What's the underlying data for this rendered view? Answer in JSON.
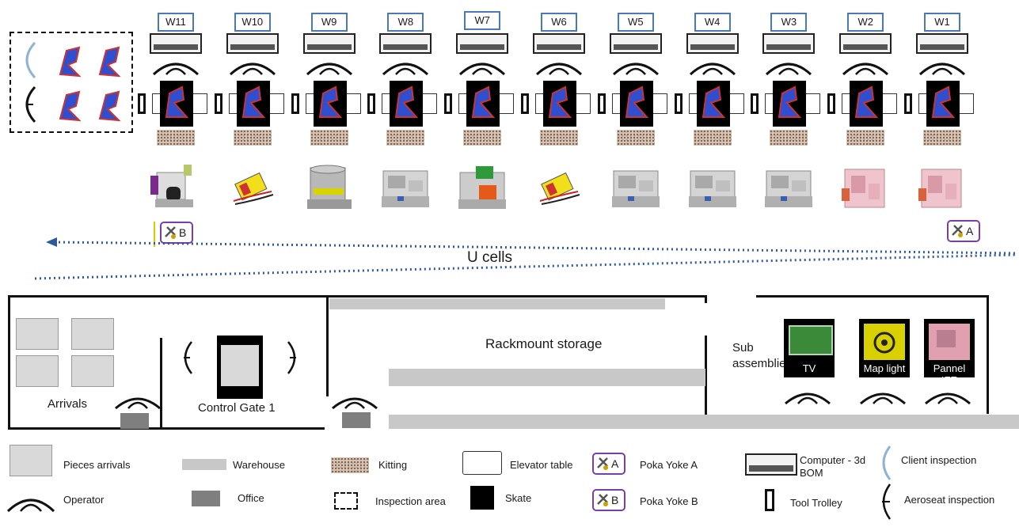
{
  "workstations": [
    {
      "label": "W11",
      "machine": "aerospace-rig",
      "trolley": "left"
    },
    {
      "label": "W10",
      "machine": "battery-pack",
      "trolley": "left"
    },
    {
      "label": "W9",
      "machine": "cylinder-machine",
      "trolley": "left"
    },
    {
      "label": "W8",
      "machine": "bench-machine",
      "trolley": "left"
    },
    {
      "label": "W7",
      "machine": "green-panel-machine",
      "trolley": "left"
    },
    {
      "label": "W6",
      "machine": "battery-pack",
      "trolley": "left"
    },
    {
      "label": "W5",
      "machine": "bench-machine",
      "trolley": "left"
    },
    {
      "label": "W4",
      "machine": "bench-machine",
      "trolley": "left"
    },
    {
      "label": "W3",
      "machine": "bench-machine",
      "trolley": "left"
    },
    {
      "label": "W2",
      "machine": "pink-panel-machine",
      "trolley": "left"
    },
    {
      "label": "W1",
      "machine": "pink-panel-machine",
      "trolley": "left"
    }
  ],
  "poka_yoke_b_marker": {
    "letter": "B"
  },
  "poka_yoke_a_marker": {
    "letter": "A"
  },
  "flow_label": "U cells",
  "areas": {
    "arrivals": "Arrivals",
    "control_gate": "Control Gate 1",
    "rackmount": "Rackmount storage",
    "sub_assemblies": "Sub\nassemblies"
  },
  "sub_assemblies": [
    {
      "label": "TV",
      "color": "#3a8a3a"
    },
    {
      "label": "Map light",
      "color": "#d8d000"
    },
    {
      "label": "Pannel IFE",
      "color": "#e0a0b0"
    }
  ],
  "legend": {
    "pieces_arrivals": "Pieces  arrivals",
    "warehouse": "Warehouse",
    "kitting": "Kitting",
    "elevator_table": "Elevator table",
    "poka_yoke_a": "Poka Yoke  A",
    "computer_bom": "Computer - 3d\nBOM",
    "client_inspection": "Client inspection",
    "operator": "Operator",
    "office": "Office",
    "inspection_area": "Inspection area",
    "skate": "Skate",
    "poka_yoke_b": "Poka Yoke  B",
    "tool_trolley": "Tool Trolley",
    "aeroseat_inspection": "Aeroseat inspection",
    "poka_a_letter": "A",
    "poka_b_letter": "B"
  },
  "colors": {
    "label_border": "#4a79b8",
    "poka_border": "#7a3fa0",
    "flow_arrow": "#2e5a9c",
    "client_inspection": "#8fb3d6"
  }
}
